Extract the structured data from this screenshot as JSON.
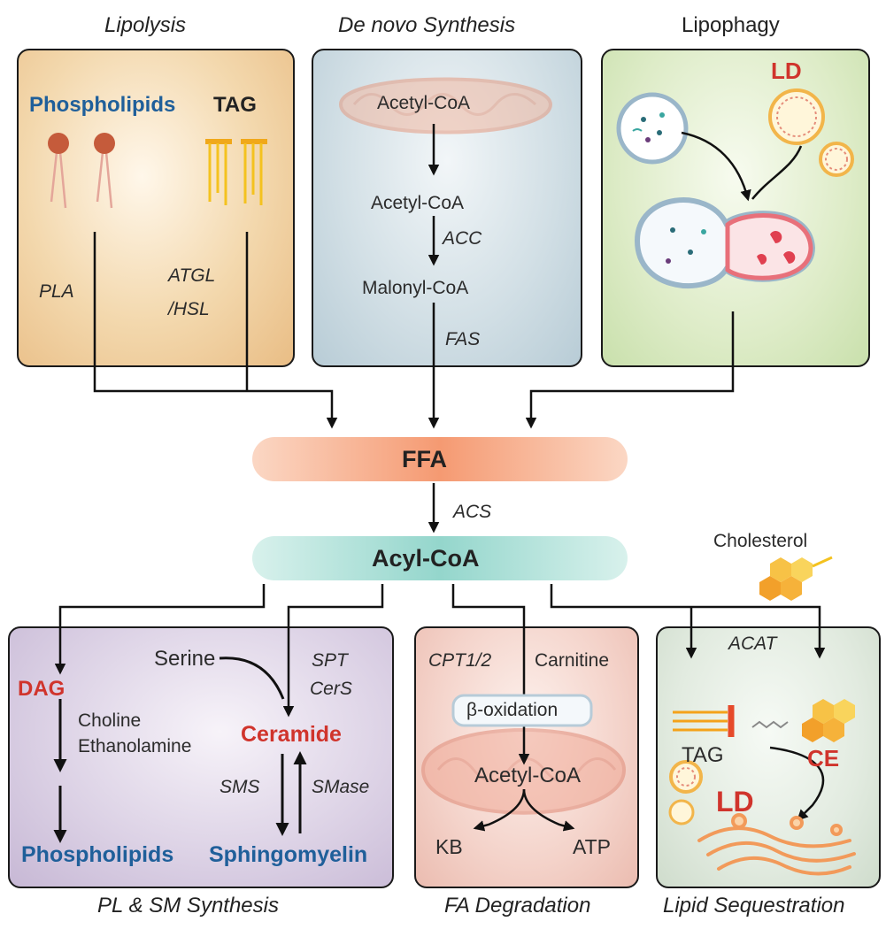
{
  "panels": {
    "lipolysis": {
      "title": "Lipolysis",
      "phospholipids": "Phospholipids",
      "tag": "TAG",
      "pla": "PLA",
      "atgl": "ATGL",
      "hsl": "/HSL"
    },
    "denovo": {
      "title": "De novo Synthesis",
      "acetyl1": "Acetyl-CoA",
      "acetyl2": "Acetyl-CoA",
      "acc": "ACC",
      "malonyl": "Malonyl-CoA",
      "fas": "FAS"
    },
    "lipophagy": {
      "title": "Lipophagy",
      "ld": "LD"
    },
    "plsm": {
      "title": "PL & SM Synthesis",
      "serine": "Serine",
      "spt": "SPT",
      "cers": "CerS",
      "dag": "DAG",
      "choline": "Choline",
      "ethanolamine": "Ethanolamine",
      "ceramide": "Ceramide",
      "sms": "SMS",
      "smase": "SMase",
      "phospholipids": "Phospholipids",
      "sphingomyelin": "Sphingomyelin"
    },
    "degradation": {
      "title": "FA Degradation",
      "cpt": "CPT1/2",
      "carnitine": "Carnitine",
      "boxidation": "β-oxidation",
      "acetyl": "Acetyl-CoA",
      "kb": "KB",
      "atp": "ATP"
    },
    "sequestration": {
      "title": "Lipid Sequestration",
      "acat": "ACAT",
      "tag": "TAG",
      "ce": "CE",
      "ld": "LD"
    }
  },
  "center": {
    "ffa": "FFA",
    "acs": "ACS",
    "acyl": "Acyl-CoA",
    "cholesterol": "Cholesterol"
  },
  "colors": {
    "lipolysis_bg": "#f1d2a2",
    "denovo_bg": "#cfdde3",
    "lipophagy_bg": "#dcebc6",
    "plsm_bg": "#d9cfe2",
    "degradation_bg": "#f3cfc6",
    "sequestration_bg": "#dfe9de",
    "ffa": "#f6a27c",
    "acyl": "#a8ded6",
    "blue_text": "#1f5f9a",
    "red_text": "#d0342c"
  }
}
